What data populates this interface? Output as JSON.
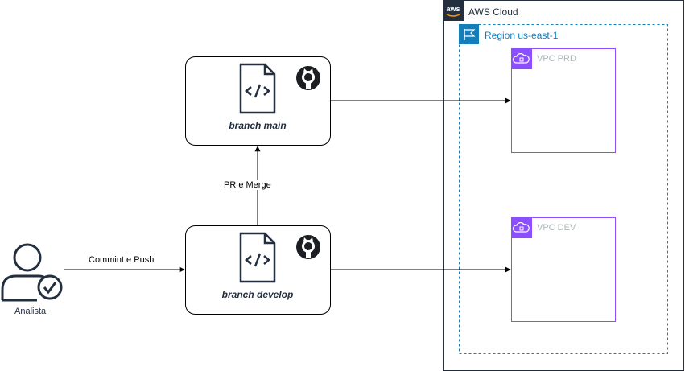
{
  "aws": {
    "title": "AWS Cloud",
    "border_color": "#232f3e",
    "region": {
      "title": "Region us-east-1",
      "color": "#147eba"
    },
    "vpcs": [
      {
        "title": "VPC PRD",
        "color": "#8c4fff"
      },
      {
        "title": "VPC DEV",
        "color": "#8c4fff"
      }
    ]
  },
  "branches": {
    "main": {
      "label": "branch main",
      "icons": [
        "code-file-icon",
        "github-icon"
      ]
    },
    "develop": {
      "label": "branch develop",
      "icons": [
        "code-file-icon",
        "github-icon"
      ]
    }
  },
  "actor": {
    "label": "Analista",
    "icon": "user-check-icon",
    "color": "#232f3e"
  },
  "edges": {
    "commit": "Commint e Push",
    "pr_merge": "PR e Merge"
  }
}
